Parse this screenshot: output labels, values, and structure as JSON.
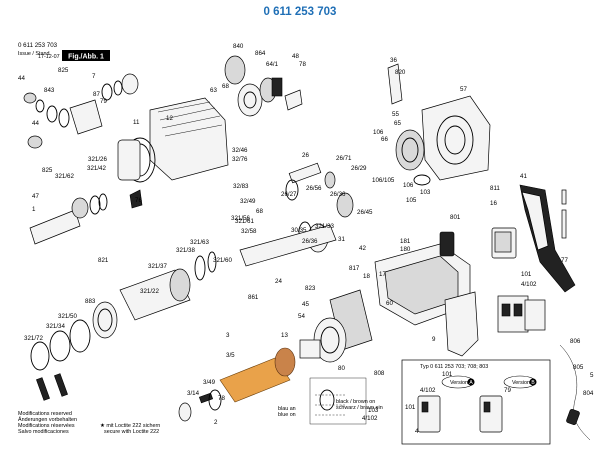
{
  "header": {
    "title": "0 611 253 703",
    "part_number": "0 611 253 703",
    "issue_label": "Issue / Stand",
    "issue_date": "17-12-07",
    "fig_label": "Fig./Abb. 1"
  },
  "footer": {
    "modifications": [
      "Modifications reserved",
      "Änderungen vorbehalten",
      "Modifications réservées",
      "Salvo modificaciones"
    ],
    "loctite": [
      "★ mit Loctite 222 sichern",
      "secure with Loctite 222"
    ]
  },
  "inset": {
    "title": "Typ 0 611 253 703; 708; 803",
    "version_a": "Version",
    "version_b": "Version"
  },
  "wire_labels": {
    "black_brown": "black / brown on",
    "schwarz": "schwarz / braun ein",
    "blau_an": "blau an",
    "blue_on": "blue on"
  },
  "part_labels": [
    "840",
    "864",
    "48",
    "825",
    "843",
    "63",
    "64/1",
    "78",
    "44",
    "79",
    "87",
    "68",
    "7",
    "12",
    "11",
    "44",
    "26",
    "36",
    "820",
    "57",
    "32/46",
    "106",
    "65",
    "825",
    "321/26",
    "32/76",
    "321/42",
    "26/71",
    "66",
    "321/62",
    "26/56",
    "26/29",
    "106/105",
    "55",
    "47",
    "1",
    "321/56",
    "26/36",
    "26/45",
    "106",
    "76",
    "32/83",
    "26/27",
    "103",
    "105",
    "811",
    "41",
    "68",
    "32/49",
    "321/33",
    "801",
    "16",
    "321/61",
    "30/35",
    "32/58",
    "321/38",
    "31",
    "181",
    "180",
    "17",
    "321/63",
    "26/36",
    "42",
    "821",
    "321/37",
    "817",
    "77",
    "883",
    "321/22",
    "823",
    "24",
    "861",
    "321/34",
    "321/50",
    "45",
    "18",
    "101",
    "4/102",
    "321/72",
    "321/60",
    "54",
    "60",
    "9",
    "80",
    "808",
    "806",
    "3",
    "3/5",
    "13",
    "805",
    "5",
    "3/14",
    "3/49",
    "78",
    "804",
    "4",
    "103",
    "4/102",
    "101",
    "101",
    "4/102",
    "79",
    "2"
  ],
  "colors": {
    "title": "#1f6fb6",
    "fig_bg": "#000000",
    "accent_orange": "#e9a24a",
    "copper": "#c9834a"
  }
}
